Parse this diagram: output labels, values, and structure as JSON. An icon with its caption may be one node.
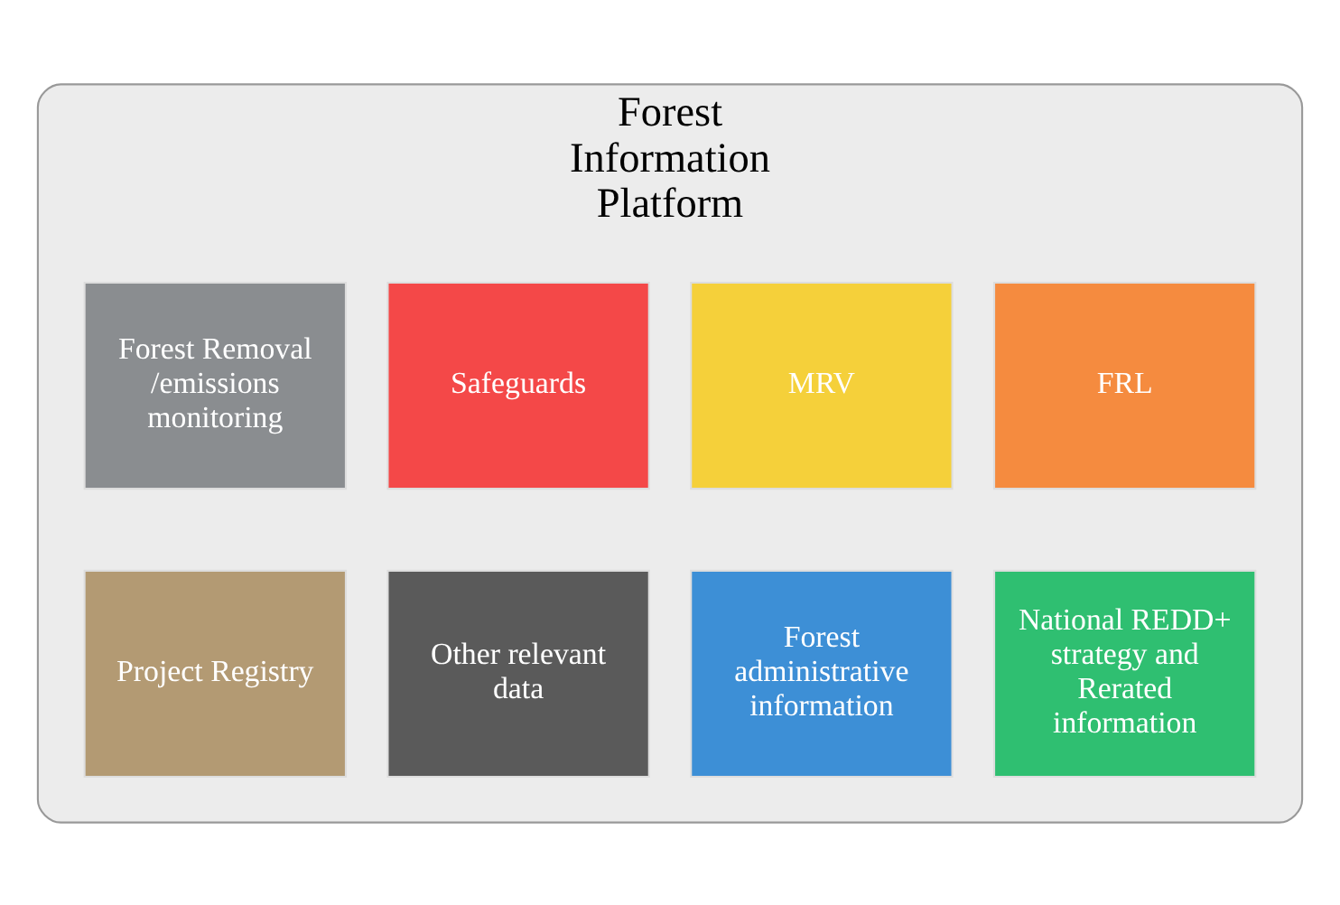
{
  "diagram": {
    "nodes": [
      {
        "text": [
          "Forest Information Platform"
        ]
      },
      {
        "text": [
          "FRL"
        ],
        "in": 0
      },
      {
        "text": [
          "MRV"
        ],
        "in": 0
      },
      {
        "text": [
          "Safeguards"
        ],
        "in": 0
      },
      {
        "text": [
          "Forest Removal /emissions monitoring"
        ],
        "in": 0
      },
      {
        "text": [
          "National REDD+ strategy and Rerated information"
        ],
        "in": 0
      },
      {
        "text": [
          "Forest administrative information"
        ],
        "in": 0
      },
      {
        "text": [
          "Other relevant data"
        ],
        "in": 0
      },
      {
        "text": [
          "Project Registry"
        ],
        "in": 0
      }
    ],
    "edges": []
  }
}
